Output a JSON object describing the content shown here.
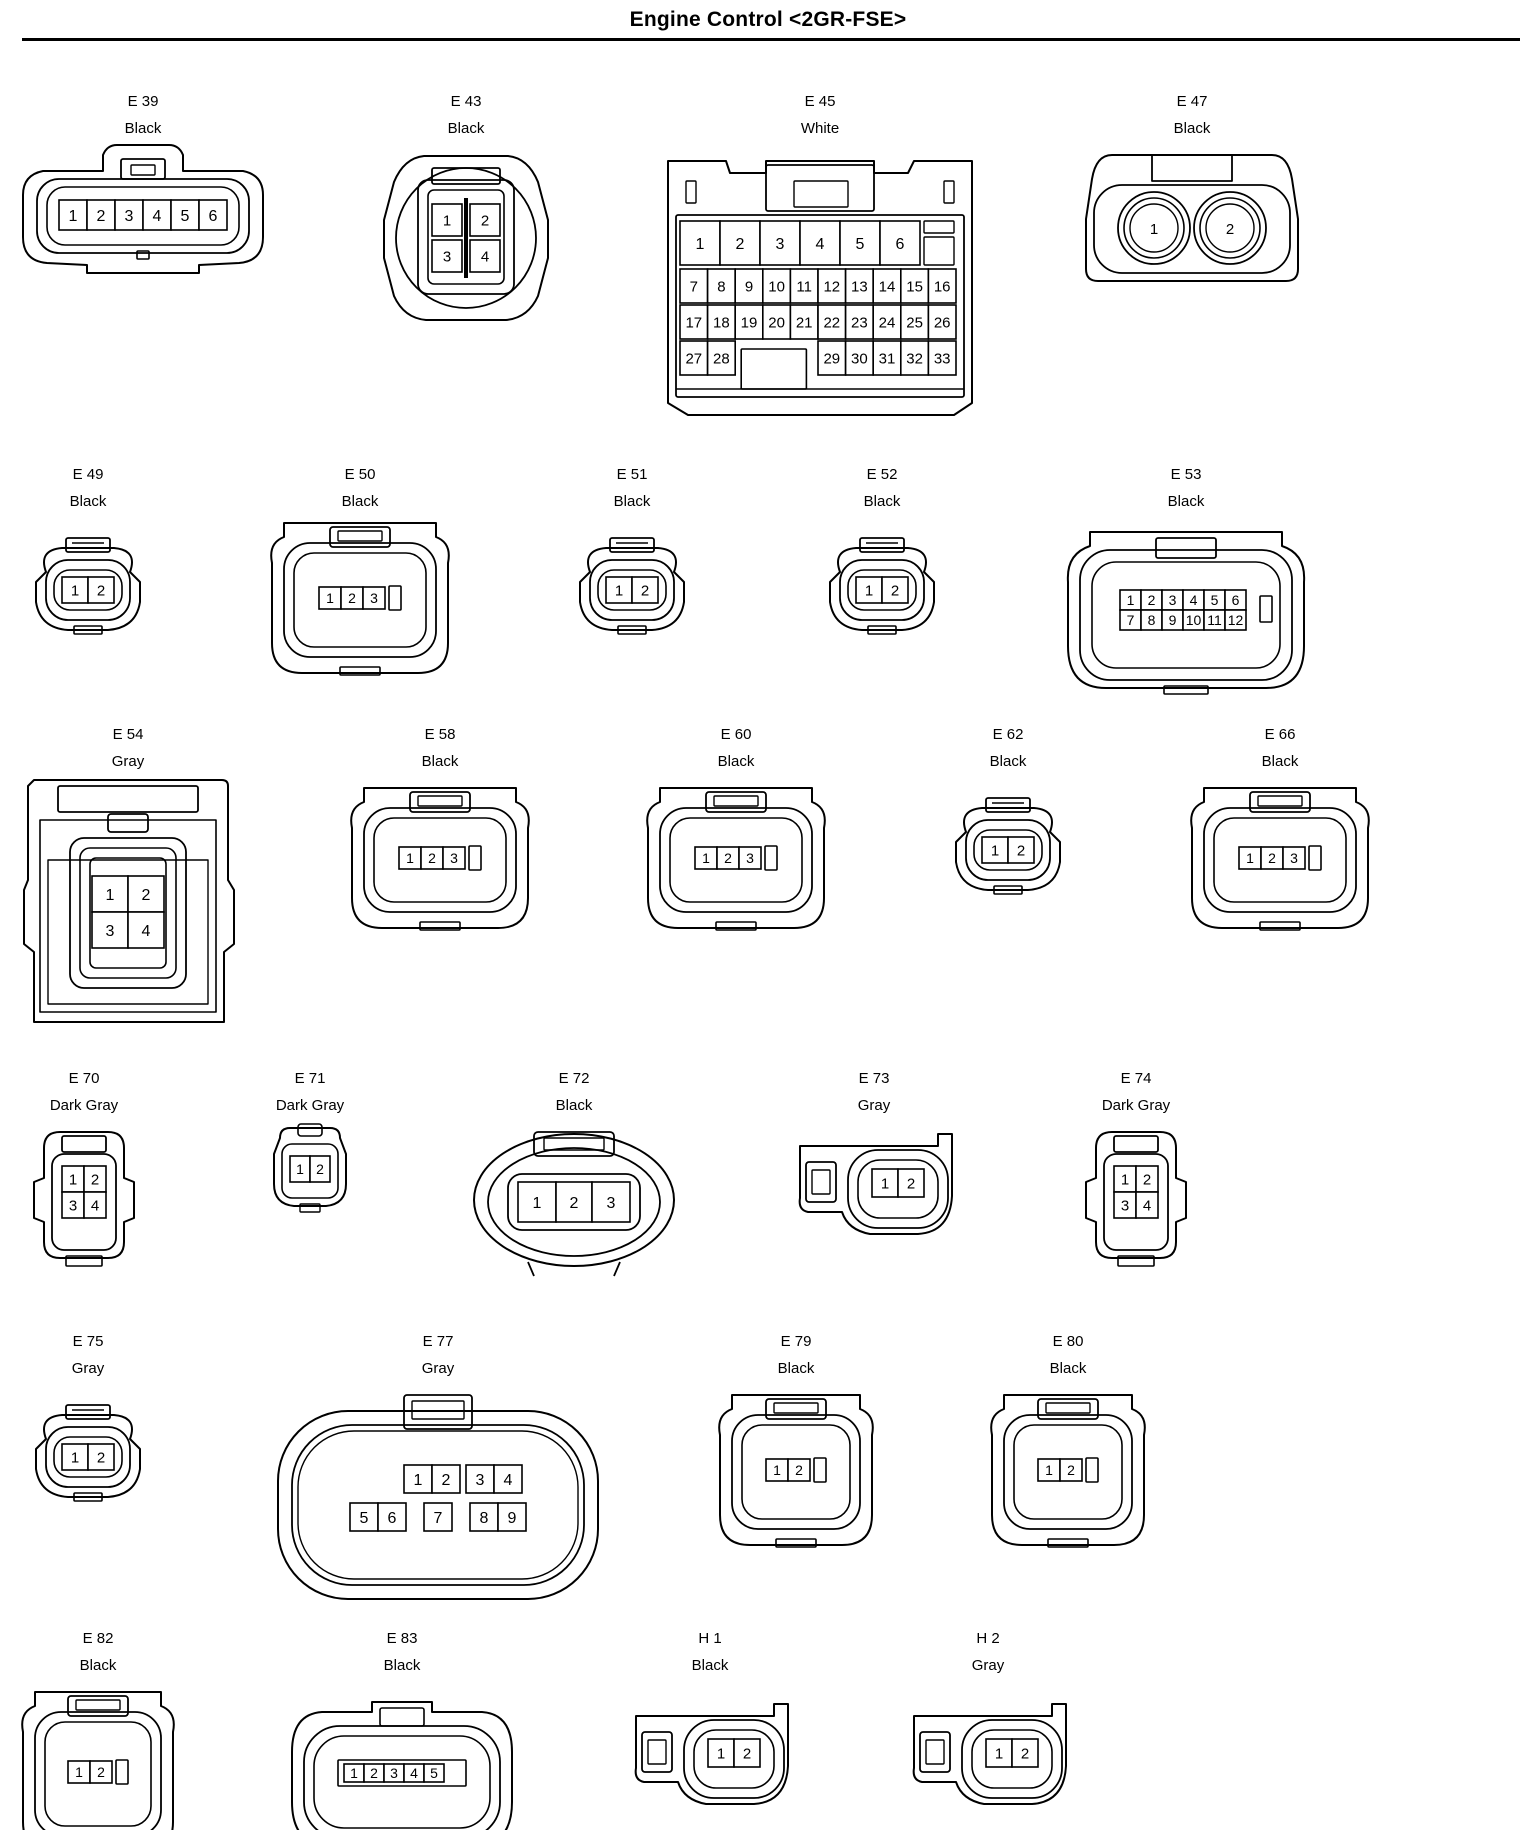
{
  "title": "Engine Control <2GR-FSE>",
  "connectors": [
    {
      "id": "E 39",
      "color": "Black",
      "pins": [
        "1",
        "2",
        "3",
        "4",
        "5",
        "6"
      ]
    },
    {
      "id": "E 43",
      "color": "Black",
      "pins": [
        "1",
        "2",
        "3",
        "4"
      ]
    },
    {
      "id": "E 45",
      "color": "White",
      "pins": [
        "1",
        "2",
        "3",
        "4",
        "5",
        "6",
        "7",
        "8",
        "9",
        "10",
        "11",
        "12",
        "13",
        "14",
        "15",
        "16",
        "17",
        "18",
        "19",
        "20",
        "21",
        "22",
        "23",
        "24",
        "25",
        "26",
        "27",
        "28",
        "29",
        "30",
        "31",
        "32",
        "33"
      ]
    },
    {
      "id": "E 47",
      "color": "Black",
      "pins": [
        "1",
        "2"
      ]
    },
    {
      "id": "E 49",
      "color": "Black",
      "pins": [
        "1",
        "2"
      ]
    },
    {
      "id": "E 50",
      "color": "Black",
      "pins": [
        "1",
        "2",
        "3"
      ]
    },
    {
      "id": "E 51",
      "color": "Black",
      "pins": [
        "1",
        "2"
      ]
    },
    {
      "id": "E 52",
      "color": "Black",
      "pins": [
        "1",
        "2"
      ]
    },
    {
      "id": "E 53",
      "color": "Black",
      "pins": [
        "1",
        "2",
        "3",
        "4",
        "5",
        "6",
        "7",
        "8",
        "9",
        "10",
        "11",
        "12"
      ]
    },
    {
      "id": "E 54",
      "color": "Gray",
      "pins": [
        "1",
        "2",
        "3",
        "4"
      ]
    },
    {
      "id": "E 58",
      "color": "Black",
      "pins": [
        "1",
        "2",
        "3"
      ]
    },
    {
      "id": "E 60",
      "color": "Black",
      "pins": [
        "1",
        "2",
        "3"
      ]
    },
    {
      "id": "E 62",
      "color": "Black",
      "pins": [
        "1",
        "2"
      ]
    },
    {
      "id": "E 66",
      "color": "Black",
      "pins": [
        "1",
        "2",
        "3"
      ]
    },
    {
      "id": "E 70",
      "color": "Dark Gray",
      "pins": [
        "1",
        "2",
        "3",
        "4"
      ]
    },
    {
      "id": "E 71",
      "color": "Dark Gray",
      "pins": [
        "1",
        "2"
      ]
    },
    {
      "id": "E 72",
      "color": "Black",
      "pins": [
        "1",
        "2",
        "3"
      ]
    },
    {
      "id": "E 73",
      "color": "Gray",
      "pins": [
        "1",
        "2"
      ]
    },
    {
      "id": "E 74",
      "color": "Dark Gray",
      "pins": [
        "1",
        "2",
        "3",
        "4"
      ]
    },
    {
      "id": "E 75",
      "color": "Gray",
      "pins": [
        "1",
        "2"
      ]
    },
    {
      "id": "E 77",
      "color": "Gray",
      "pins": [
        "1",
        "2",
        "3",
        "4",
        "5",
        "6",
        "7",
        "8",
        "9"
      ]
    },
    {
      "id": "E 79",
      "color": "Black",
      "pins": [
        "1",
        "2"
      ]
    },
    {
      "id": "E 80",
      "color": "Black",
      "pins": [
        "1",
        "2"
      ]
    },
    {
      "id": "E 82",
      "color": "Black",
      "pins": [
        "1",
        "2"
      ]
    },
    {
      "id": "E 83",
      "color": "Black",
      "pins": [
        "1",
        "2",
        "3",
        "4",
        "5"
      ]
    },
    {
      "id": "H 1",
      "color": "Black",
      "pins": [
        "1",
        "2"
      ]
    },
    {
      "id": "H 2",
      "color": "Gray",
      "pins": [
        "1",
        "2"
      ]
    }
  ]
}
